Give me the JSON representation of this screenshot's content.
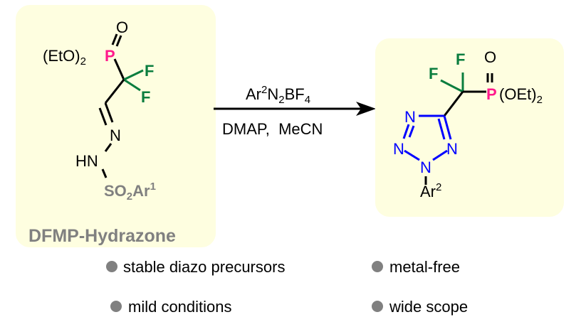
{
  "reactant": {
    "eto": "(EtO)",
    "eto_sub": "2",
    "p": "P",
    "o": "O",
    "f1": "F",
    "f2": "F",
    "n": "N",
    "hn": "HN",
    "so": "SO",
    "so_sub": "2",
    "ar": "Ar",
    "ar_sup": "1",
    "label": "DFMP-Hydrazone"
  },
  "conditions": {
    "reagent_ar": "Ar",
    "reagent_ar_sup": "2",
    "reagent_n": "N",
    "reagent_n_sub": "2",
    "reagent_bf": "BF",
    "reagent_bf_sub": "4",
    "additives": "DMAP,  MeCN"
  },
  "product": {
    "f1": "F",
    "f2": "F",
    "o": "O",
    "p": "P",
    "oet": "(OEt)",
    "oet_sub": "2",
    "n1": "N",
    "n2": "N",
    "n3": "N",
    "n4": "N",
    "ar": "Ar",
    "ar_sup": "2"
  },
  "features": [
    "stable diazo precursors",
    "metal-free",
    "mild conditions",
    "wide scope"
  ],
  "colors": {
    "box": "#fefee0",
    "phosphorus": "#ff1a8c",
    "fluorine": "#0a7d3e",
    "tetrazole": "#0000ff",
    "gray": "#808080"
  }
}
